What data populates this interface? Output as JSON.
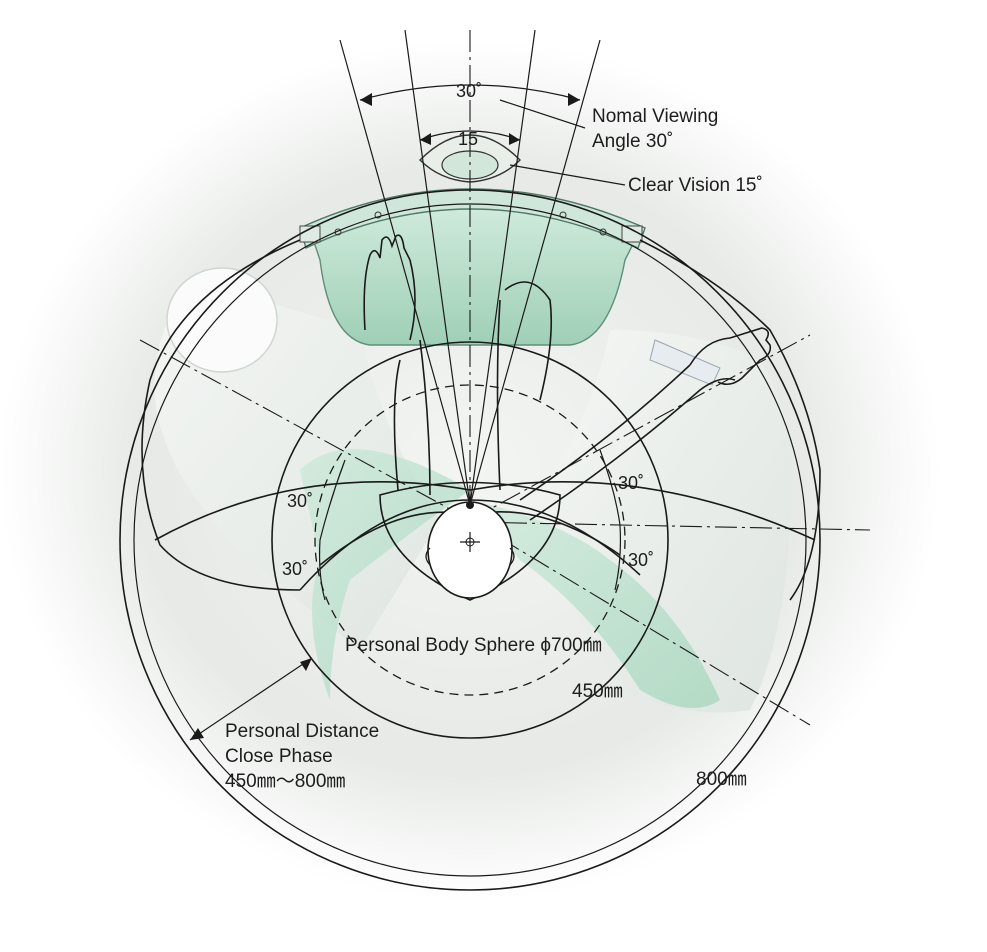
{
  "labels": {
    "normal_viewing_line1": "Nomal Viewing",
    "normal_viewing_line2": "Angle 30˚",
    "clear_vision": "Clear Vision 15˚",
    "angle_30_top": "30˚",
    "angle_15_top": "15",
    "left_30_upper": "30˚",
    "left_30_lower": "30˚",
    "right_30_upper": "30˚",
    "right_30_lower": "30˚",
    "body_sphere": "Personal Body Sphere ϕ700㎜",
    "radius_450": "450㎜",
    "radius_800": "800㎜",
    "personal_distance_line1": "Personal Distance",
    "personal_distance_line2": "Close Phase",
    "personal_distance_line3": "450㎜～800㎜"
  },
  "colors": {
    "console_fill": "#bfe3cf",
    "console_dark": "#8fc7ad",
    "desk_band": "#9fd2b7",
    "shadow": "#e9ece9",
    "line": "#1a1a1a"
  }
}
